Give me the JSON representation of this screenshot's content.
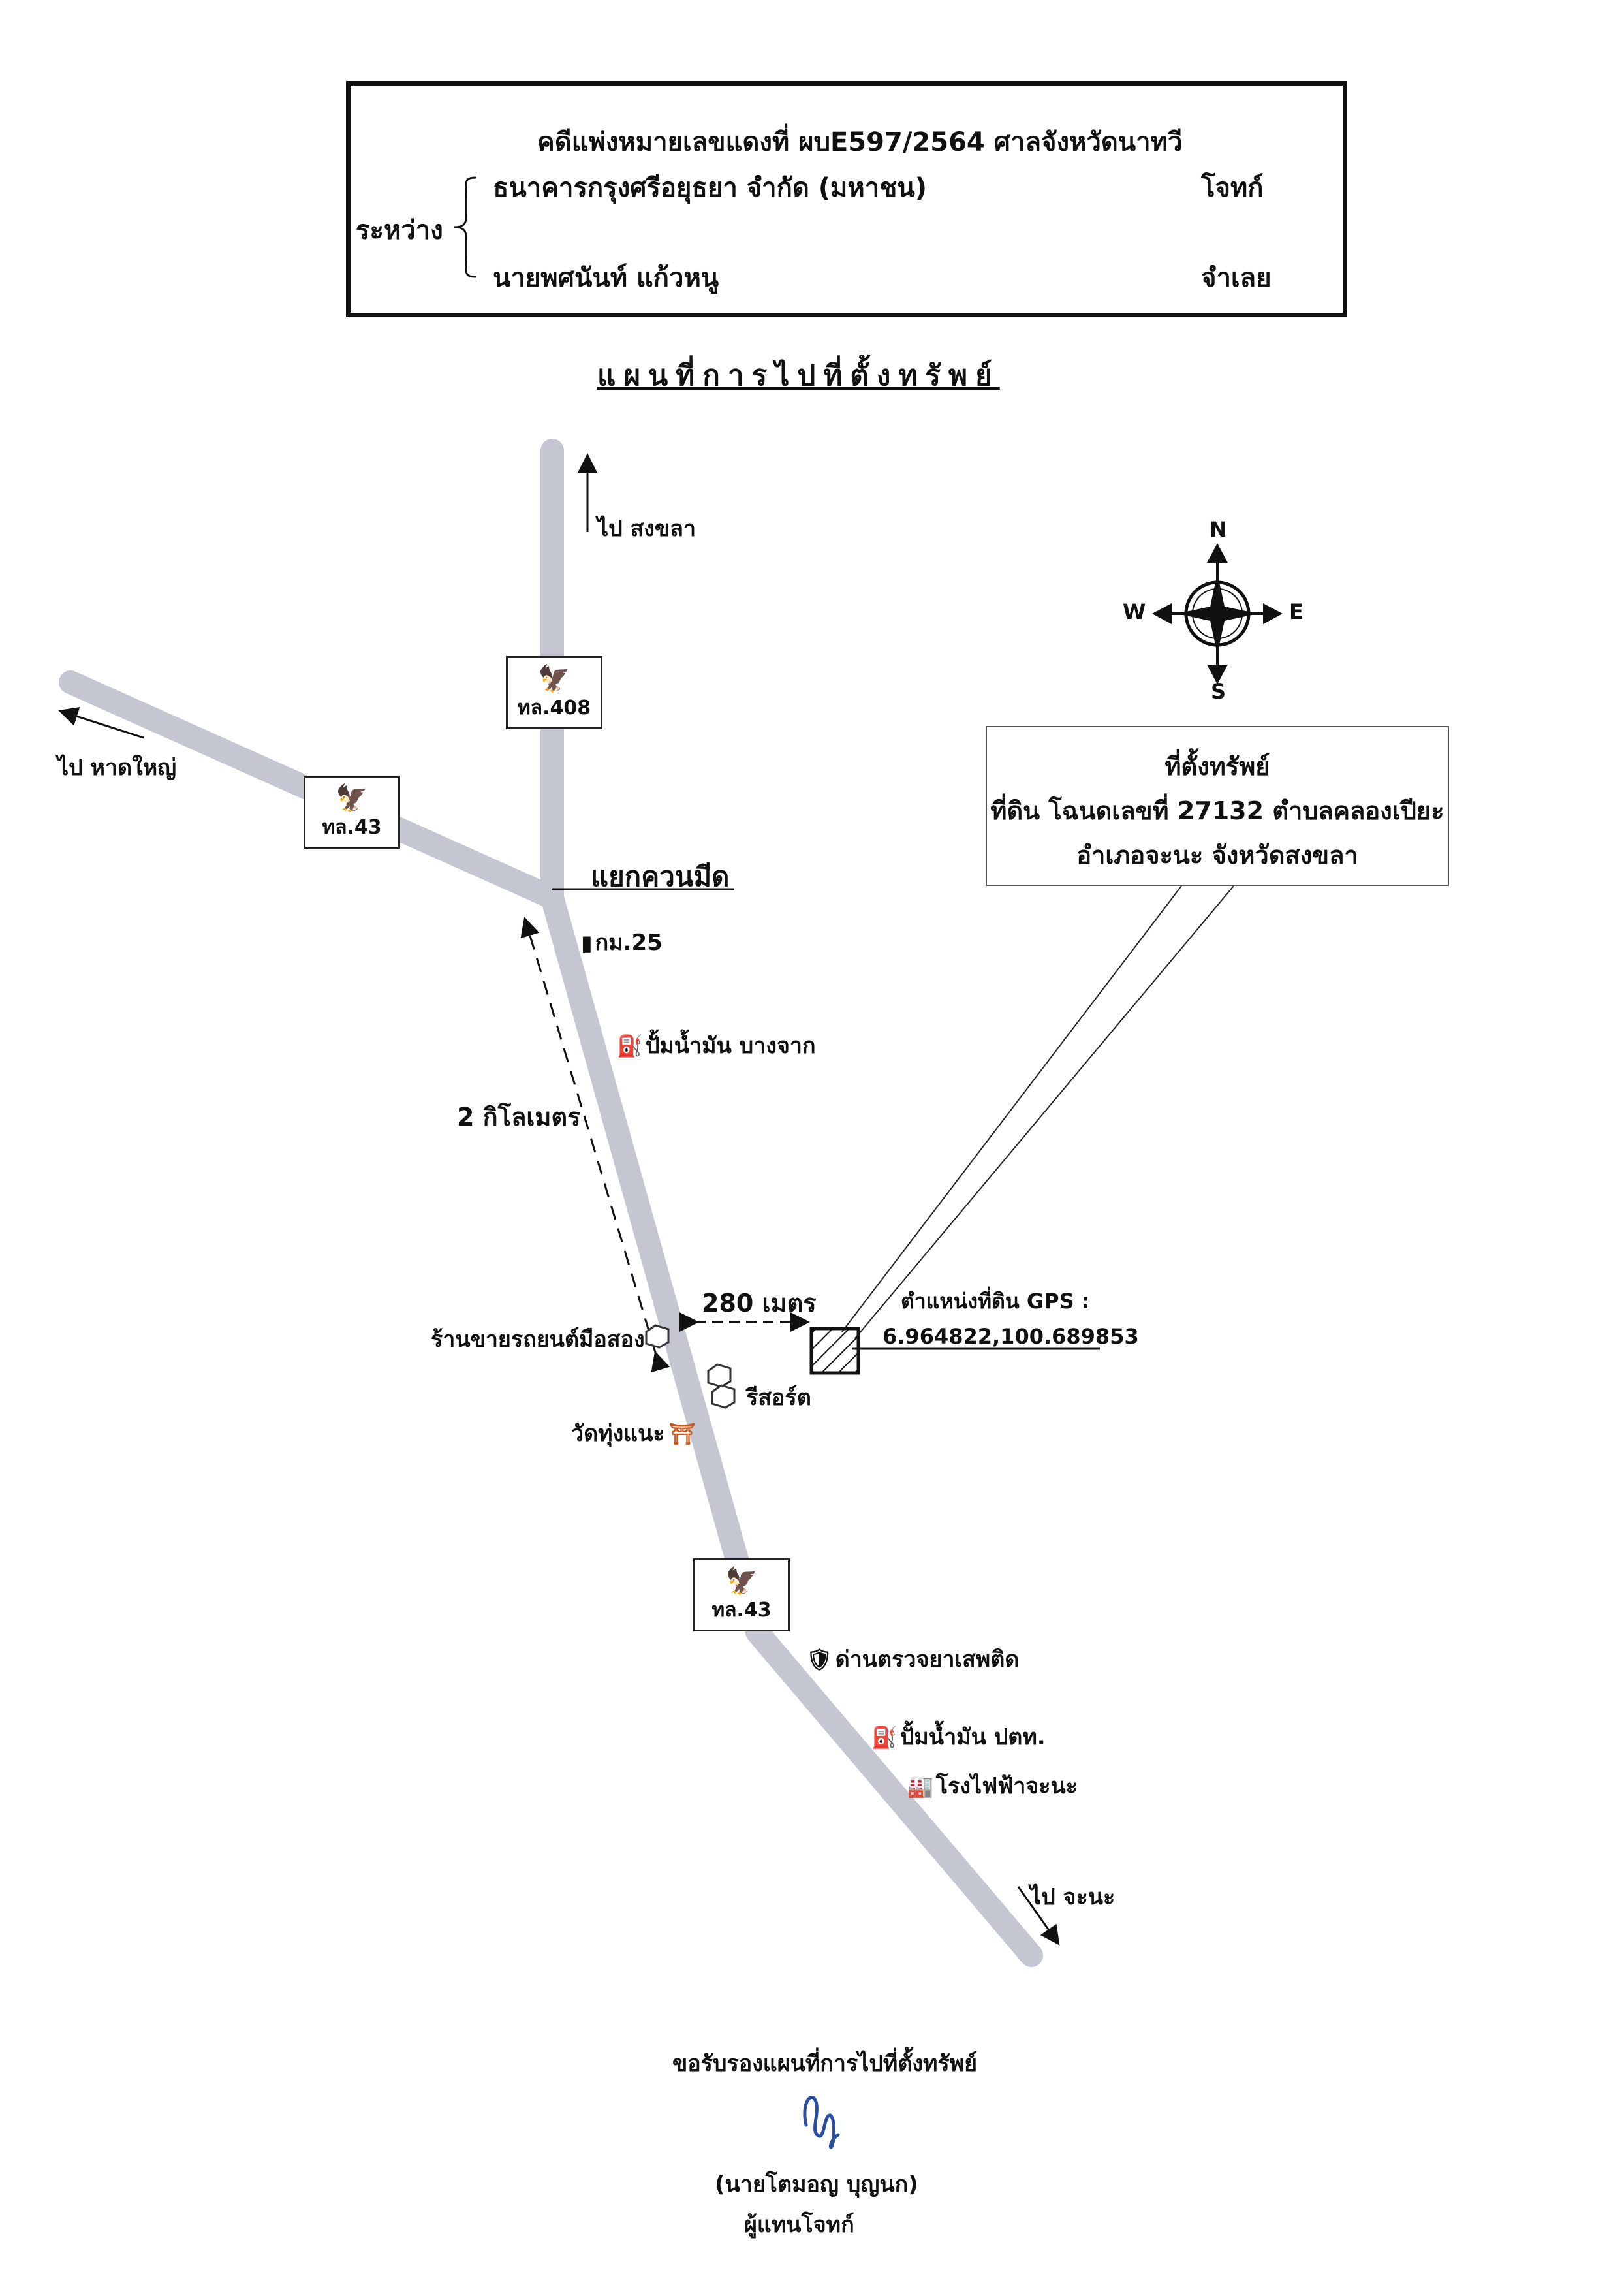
{
  "case": {
    "title": "คดีแพ่งหมายเลขแดงที่  ผบE597/2564   ศาลจังหวัดนาทวี",
    "between_label": "ระหว่าง",
    "plaintiff_name": "ธนาคารกรุงศรีอยุธยา จำกัด (มหาชน)",
    "plaintiff_role": "โจทก์",
    "defendant_name": "นายพศนันท์  แก้วหนู",
    "defendant_role": "จำเลย"
  },
  "map_title": "แผนที่การไปที่ตั้งทรัพย์",
  "directions": {
    "north": "ไป สงขลา",
    "west": "ไป หาดใหญ่",
    "south": "ไป จะนะ"
  },
  "junction": "แยกควนมีด",
  "highways": [
    {
      "id": "h408",
      "label": "ทล.408"
    },
    {
      "id": "h43a",
      "label": "ทล.43"
    },
    {
      "id": "h43b",
      "label": "ทล.43"
    }
  ],
  "km_marker": "กม.25",
  "pois": {
    "gas_bangjak": "ปั้มน้ำมัน บางจาก",
    "car_shop": "ร้านขายรถยนต์มือสอง",
    "resort": "รีสอร์ต",
    "temple": "วัดทุ่งแนะ",
    "checkpoint": "ด่านตรวจยาเสพติด",
    "gas_ptt": "ปั้มน้ำมัน ปตท.",
    "power_plant": "โรงไฟฟ้าจะนะ"
  },
  "distances": {
    "along_road": "2 กิโลเมตร",
    "to_property": "280 เมตร"
  },
  "property_box": {
    "line1": "ที่ตั้งทรัพย์",
    "line2": "ที่ดิน โฉนดเลขที่ 27132 ตำบลคลองเปียะ",
    "line3": "อำเภอจะนะ  จังหวัดสงขลา"
  },
  "gps": {
    "label": "ตำแหน่งที่ดิน GPS :",
    "coords": "6.964822,100.689853"
  },
  "compass": {
    "n": "N",
    "s": "S",
    "e": "E",
    "w": "W"
  },
  "footer": {
    "certify": "ขอรับรองแผนที่การไปที่ตั้งทรัพย์",
    "signer": "(นายโตมอญ   บุญนก)",
    "role": "ผู้แทนโจทก์"
  },
  "colors": {
    "road": "#c4c6d1",
    "ink": "#111111",
    "signature": "#2a4fa0"
  }
}
